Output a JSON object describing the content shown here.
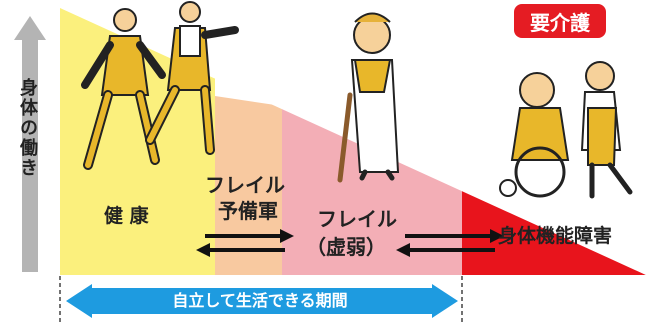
{
  "axis_label": "身体の働き",
  "badge_care": "要介護",
  "stages": {
    "healthy": "健 康",
    "prefrail_line1": "フレイル",
    "prefrail_line2": "予備軍",
    "frail_line1": "フレイル",
    "frail_line2": "（虚弱）",
    "disability": "身体機能障害"
  },
  "independent_period": "自立して生活できる期間",
  "colors": {
    "healthy": "#fbf07d",
    "prefrail": "#f8c9a0",
    "frail": "#f3aeb6",
    "disability": "#e8141c",
    "arrow_gray": "#b4b4b4",
    "period_blue": "#1e9be0"
  }
}
